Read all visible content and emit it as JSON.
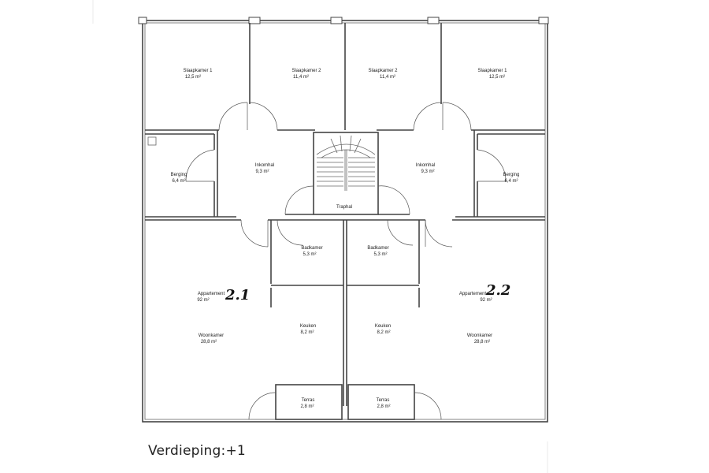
{
  "caption": "Verdieping:+1",
  "apartments": [
    {
      "label": "Appartement",
      "area": "92 m²",
      "number": "2.1"
    },
    {
      "label": "Appartement",
      "area": "92 m²",
      "number": "2.2"
    }
  ],
  "rooms": {
    "bed1_left": {
      "name": "Slaapkamer 1",
      "area": "12,5 m²"
    },
    "bed2_left": {
      "name": "Slaapkamer 2",
      "area": "11,4 m²"
    },
    "bed2_right": {
      "name": "Slaapkamer 2",
      "area": "11,4 m²"
    },
    "bed1_right": {
      "name": "Slaapkamer 1",
      "area": "12,5 m²"
    },
    "storage_left": {
      "name": "Berging",
      "area": "6,4 m²"
    },
    "hall_left": {
      "name": "Inkomhal",
      "area": "9,3 m²"
    },
    "hall_right": {
      "name": "Inkomhal",
      "area": "9,3 m²"
    },
    "storage_right": {
      "name": "Berging",
      "area": "6,4 m²"
    },
    "stairwell": {
      "name": "Traphal"
    },
    "bath_left": {
      "name": "Badkamer",
      "area": "5,3 m²"
    },
    "bath_right": {
      "name": "Badkamer",
      "area": "5,3 m²"
    },
    "living_left": {
      "name": "Woonkamer",
      "area": "28,8 m²"
    },
    "kitchen_left": {
      "name": "Keuken",
      "area": "8,2 m²"
    },
    "kitchen_right": {
      "name": "Keuken",
      "area": "8,2 m²"
    },
    "living_right": {
      "name": "Woonkamer",
      "area": "28,8 m²"
    },
    "terrace_left": {
      "name": "Terras",
      "area": "2,8 m²"
    },
    "terrace_right": {
      "name": "Terras",
      "area": "2,8 m²"
    }
  }
}
